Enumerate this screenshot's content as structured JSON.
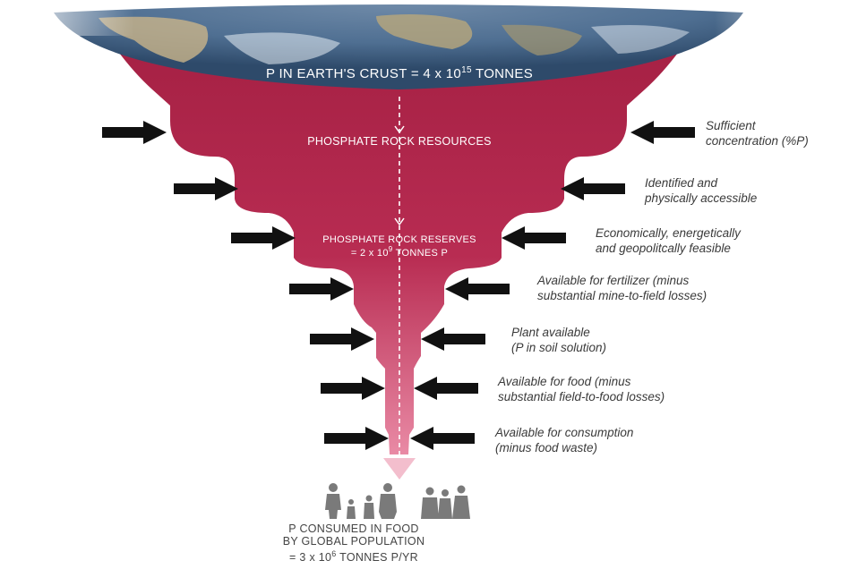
{
  "funnel": {
    "top_label": {
      "prefix": "P IN EARTH'S CRUST = 4 x 10",
      "exponent": "15",
      "suffix": " TONNES"
    },
    "resources_label": "PHOSPHATE ROCK RESOURCES",
    "reserves_label_line1": "PHOSPHATE ROCK RESERVES",
    "reserves_label_line2": {
      "prefix": "= 2 x 10",
      "exponent": "9",
      "suffix": " TONNES P"
    }
  },
  "constraints": [
    {
      "line1": "Sufficient",
      "line2": "concentration (%P)"
    },
    {
      "line1": "Identified and",
      "line2": "physically accessible"
    },
    {
      "line1": "Economically, energetically",
      "line2": "and geopolitcally feasible"
    },
    {
      "line1": "Available for fertilizer (minus",
      "line2": "substantial mine-to-field losses)"
    },
    {
      "line1": "Plant available",
      "line2": "(P in soil solution)"
    },
    {
      "line1": "Available for food (minus",
      "line2": "substantial field-to-food losses)"
    },
    {
      "line1": "Available for consumption",
      "line2": "(minus food waste)"
    }
  ],
  "consumption": {
    "line1": "P CONSUMED IN FOOD",
    "line2": "BY GLOBAL POPULATION",
    "line3": {
      "prefix": "= 3 x 10",
      "exponent": "6",
      "suffix": " TONNES P/YR"
    }
  },
  "colors": {
    "funnel": "#b0254a",
    "funnel_light": "#d24a6d",
    "arrow": "#111111",
    "text": "#3a3a3a",
    "people": "#7a7a7a"
  },
  "icons": [
    "earth-image",
    "black-arrow-icon",
    "people-silhouettes-icon"
  ]
}
